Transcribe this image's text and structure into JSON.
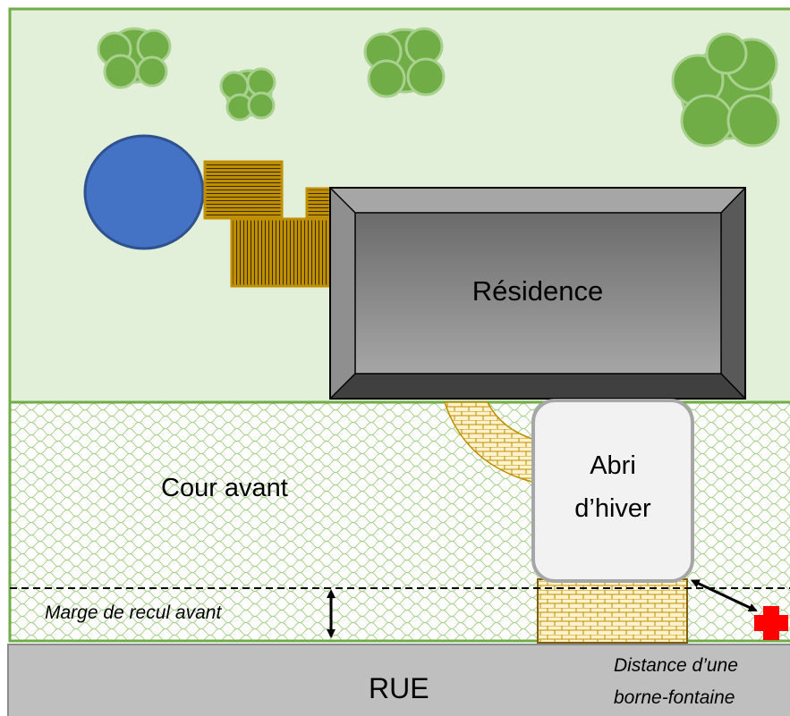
{
  "labels": {
    "residence": "Résidence",
    "shelter_line1": "Abri",
    "shelter_line2": "d’hiver",
    "front_yard": "Cour avant",
    "setback": "Marge de recul avant",
    "street": "RUE",
    "hydrant_line1": "Distance d’une",
    "hydrant_line2": "borne-fontaine"
  },
  "colors": {
    "backyard": "#E2EFD9",
    "lot_border": "#70AD47",
    "trees": "#70AD47",
    "pool": "#4472C4",
    "deck": "#BF8F00",
    "roof": "#7F7F7F",
    "street": "#BFBFBF",
    "paving": "#FFF2CC",
    "hydrant": "#FF0000"
  },
  "icons": {
    "hydrant": "red-cross-hydrant-icon"
  }
}
